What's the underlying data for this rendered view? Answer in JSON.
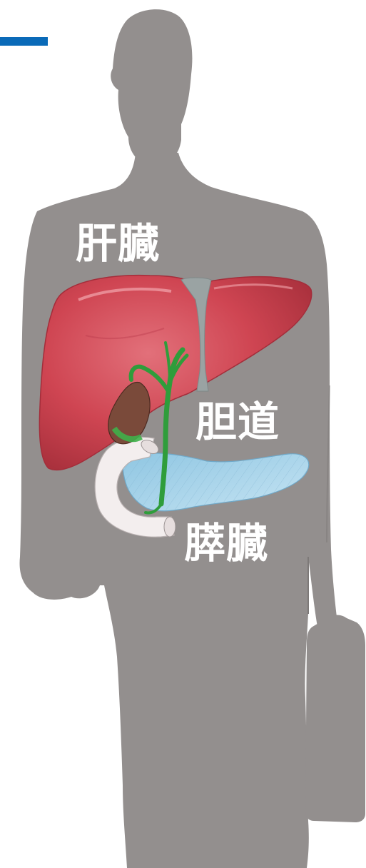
{
  "labels": {
    "liver": "肝臓",
    "bile_duct": "胆道",
    "pancreas": "膵臓"
  },
  "colors": {
    "accent": "#0a6ab8",
    "silhouette": "#938f8e",
    "liver": "#cf4552",
    "gallbladder": "#7a4a3a",
    "bile_duct": "#2f9d3b",
    "pancreas": "#a7d3ea",
    "duodenum": "#f3eeee",
    "ligament": "#9aa3a3"
  }
}
